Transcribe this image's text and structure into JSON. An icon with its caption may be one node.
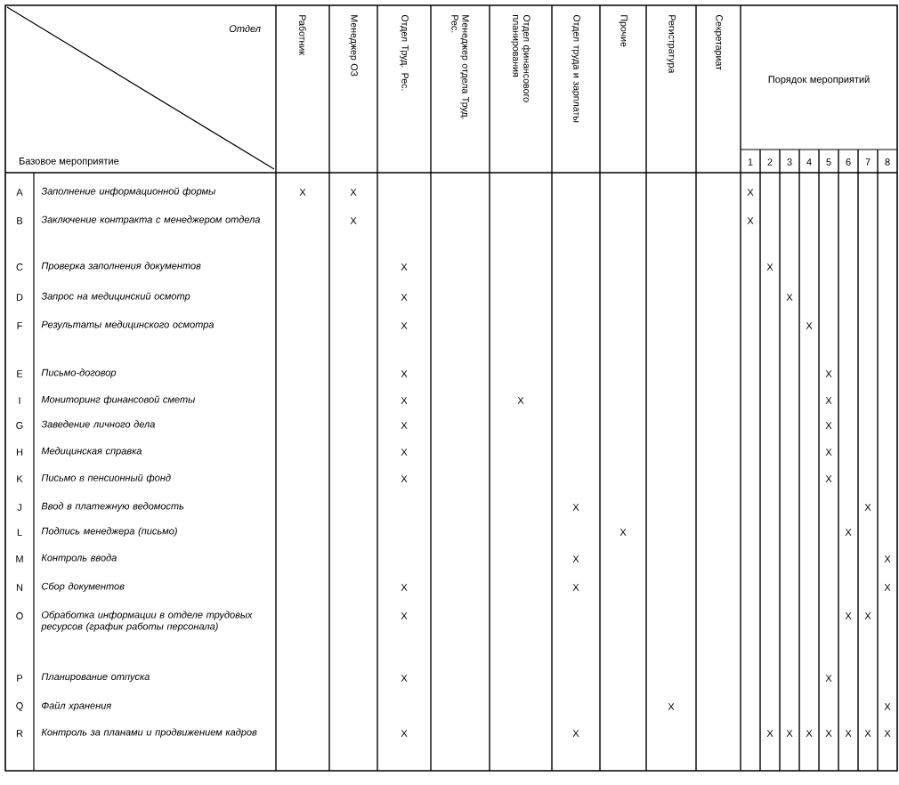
{
  "diagram": {
    "labels": [
      "Отдел",
      "Работник",
      "Менеджер ОЗ",
      "Отдел Труд. Рес.",
      "Менеджер отдела Труд. Рес.",
      "Отдел финансового планирования",
      "Отдел труда и зарплаты",
      "Прочие",
      "Регистратура",
      "Секретариат",
      "Порядок мероприятий",
      "Базовое мероприятие",
      "1",
      "2",
      "3",
      "4",
      "5",
      "6",
      "7",
      "8",
      "A",
      "Заполнение информационной формы",
      "X",
      "X",
      "X",
      "B",
      "Заключение контракта с менеджером отдела",
      "X",
      "X",
      "C",
      "Проверка заполнения документов",
      "X",
      "X",
      "D",
      "Запрос на медицинский осмотр",
      "X",
      "X",
      "F",
      "Результаты медицинского осмотра",
      "X",
      "X",
      "E",
      "Письмо-договор",
      "X",
      "X",
      "I",
      "Мониторинг финансовой сметы",
      "X",
      "X",
      "X",
      "G",
      "Заведение личного дела",
      "X",
      "X",
      "H",
      "Медицинская справка",
      "X",
      "X",
      "K",
      "Письмо в пенсионный фонд",
      "X",
      "X",
      "J",
      "Ввод в платежную ведомость",
      "X",
      "X",
      "L",
      "Подпись менеджера (письмо)",
      "X",
      "X",
      "M",
      "Контроль ввода",
      "X",
      "X",
      "N",
      "Сбор документов",
      "X",
      "X",
      "X",
      "O",
      "Обработка информации в отделе трудовых ресурсов (график работы персонала)",
      "X",
      "X",
      "X",
      "P",
      "Планирование отпуска",
      "X",
      "X",
      "Q",
      "Файл хранения",
      "X",
      "X",
      "R",
      "Контроль за планами и продвижением кадров",
      "X",
      "X",
      "X",
      "X",
      "X",
      "X",
      "X",
      "X",
      "X"
    ]
  }
}
